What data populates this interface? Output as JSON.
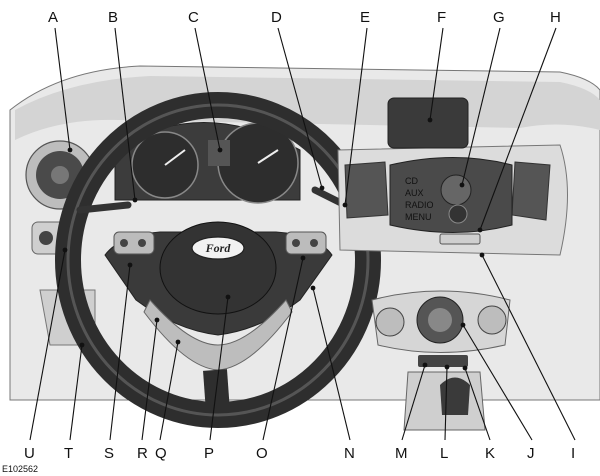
{
  "figure": {
    "code": "E102562",
    "brand": "Ford",
    "top_labels": [
      "A",
      "B",
      "C",
      "D",
      "E",
      "F",
      "G",
      "H"
    ],
    "bottom_labels": [
      "U",
      "T",
      "S",
      "R",
      "Q",
      "P",
      "O",
      "N",
      "M",
      "L",
      "K",
      "J",
      "I"
    ],
    "radio_buttons": [
      "CD",
      "AUX",
      "RADIO",
      "MENU"
    ],
    "colors": {
      "line": "#111111",
      "dash": "#e6e6e6",
      "dark": "#3a3a3a",
      "mid": "#9a9a9a"
    }
  }
}
